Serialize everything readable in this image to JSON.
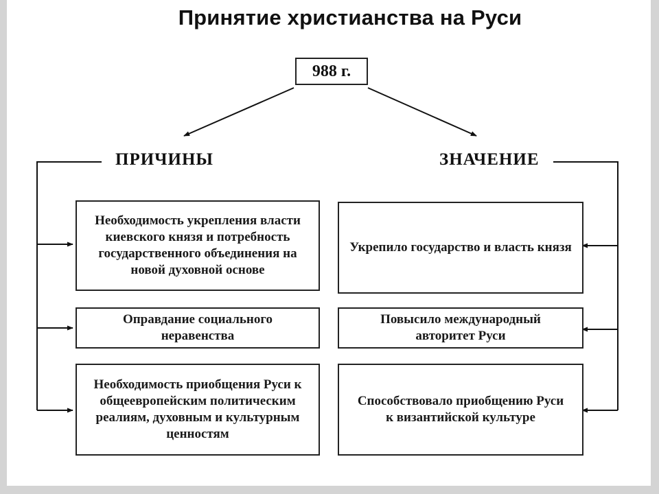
{
  "title": "Принятие христианства на Руси",
  "year": "988 г.",
  "causes": {
    "heading": "ПРИЧИНЫ",
    "items": [
      "Необходимость укрепления власти киевского князя и потребность государственного объединения на новой духовной основе",
      "Оправдание социального неравенства",
      "Необходимость приобщения Руси к общеевропейским политическим реалиям, духовным и культурным ценностям"
    ]
  },
  "effects": {
    "heading": "ЗНАЧЕНИЕ",
    "items": [
      "Укрепило государство и власть князя",
      "Повысило международный авторитет Руси",
      "Способствовало приобщению Руси к византийской культуре"
    ]
  }
}
